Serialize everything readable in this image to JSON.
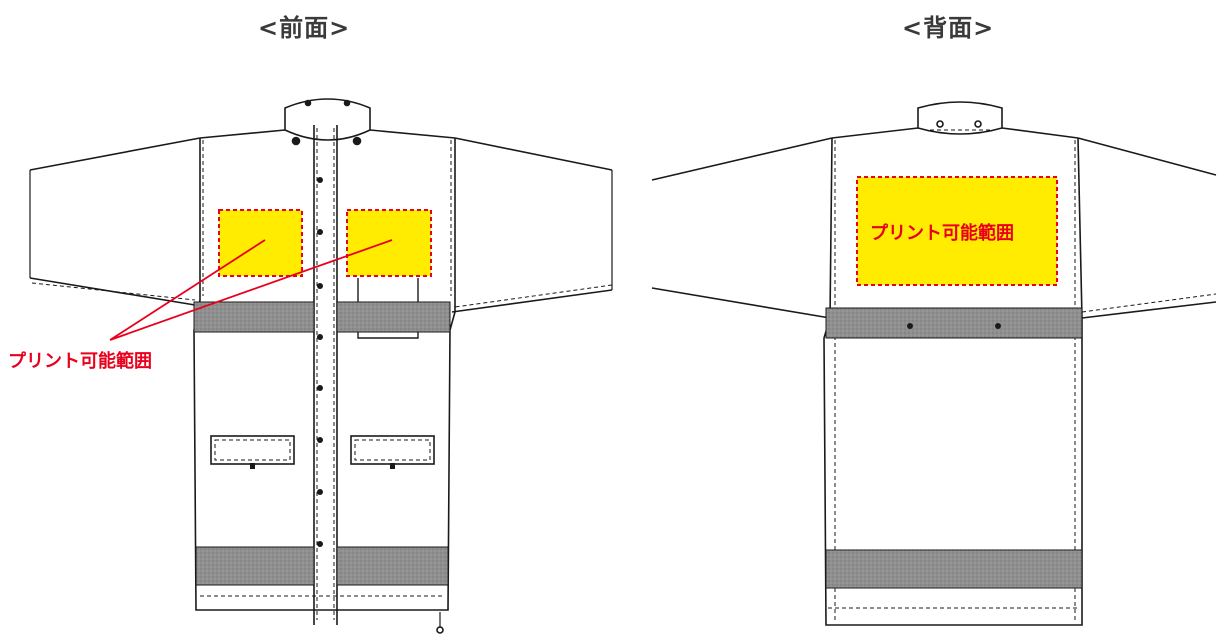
{
  "views": {
    "front": {
      "title": "<前面>"
    },
    "back": {
      "title": "<背面>"
    }
  },
  "print_area": {
    "label": "プリント可能範囲",
    "fill_color": "#ffec00",
    "border_color": "#e8001c"
  },
  "colors": {
    "line": "#1a1a1a",
    "reflective_band": "#8f8f8f",
    "label_text": "#e8001c",
    "title_text": "#3a3a3a"
  }
}
